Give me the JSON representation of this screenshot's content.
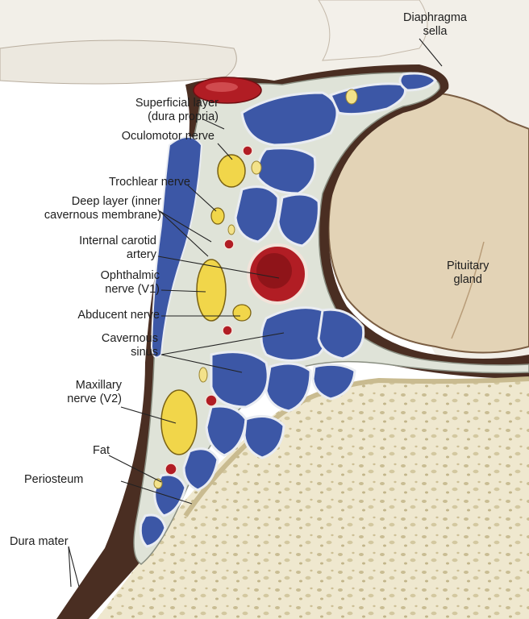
{
  "labels": {
    "diaphragma_sella": [
      "Diaphragma",
      "sella"
    ],
    "superficial_layer": [
      "Superficial layer",
      "(dura propria)"
    ],
    "oculomotor_nerve": [
      "Oculomotor nerve"
    ],
    "trochlear_nerve": [
      "Trochlear nerve"
    ],
    "deep_layer": [
      "Deep layer (inner",
      "cavernous membrane)"
    ],
    "internal_carotid_artery": [
      "Internal carotid",
      "artery"
    ],
    "ophthalmic_nerve": [
      "Ophthalmic",
      "nerve (V1)"
    ],
    "abducent_nerve": [
      "Abducent nerve"
    ],
    "cavernous_sinus": [
      "Cavernous",
      "sinus"
    ],
    "maxillary_nerve": [
      "Maxillary",
      "nerve (V2)"
    ],
    "fat": [
      "Fat"
    ],
    "periosteum": [
      "Periosteum"
    ],
    "dura_mater": [
      "Dura mater"
    ],
    "pituitary_gland": [
      "Pituitary",
      "gland"
    ]
  },
  "colors": {
    "venous_sinus": "#3c57a6",
    "nerve": "#f1d64a",
    "artery": "#b11d24",
    "dura": "#4a2e22",
    "bone": "#efe8cf",
    "gland": "#e3d3b6",
    "lining": "#dfe3d8"
  }
}
